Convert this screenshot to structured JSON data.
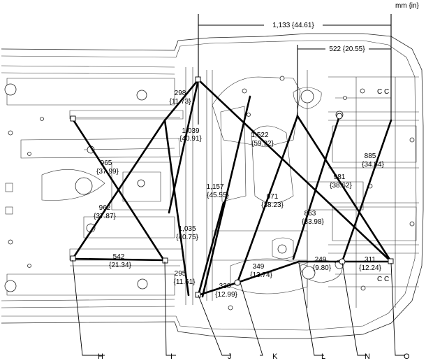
{
  "unit_label": "mm {in}",
  "dimensions": {
    "overall_top": {
      "mm": "1,133",
      "in": "{44.61}"
    },
    "top_right": {
      "mm": "522",
      "in": "{20.55}"
    }
  },
  "measurements": [
    {
      "id": "m298",
      "mm": "298",
      "in": "{11.73}"
    },
    {
      "id": "m1039",
      "mm": "1,039",
      "in": "{40.91}"
    },
    {
      "id": "m1522",
      "mm": "1,522",
      "in": "{59.92}"
    },
    {
      "id": "m965",
      "mm": "965",
      "in": "{37.99}"
    },
    {
      "id": "m1157",
      "mm": "1,157",
      "in": "{45.55}"
    },
    {
      "id": "m885",
      "mm": "885",
      "in": "{34.84}"
    },
    {
      "id": "m981",
      "mm": "981",
      "in": "{38.62}"
    },
    {
      "id": "m971",
      "mm": "971",
      "in": "{38.23}"
    },
    {
      "id": "m962",
      "mm": "962",
      "in": "{37.87}"
    },
    {
      "id": "m863",
      "mm": "863",
      "in": "{33.98}"
    },
    {
      "id": "m1035",
      "mm": "1,035",
      "in": "{40.75}"
    },
    {
      "id": "m542",
      "mm": "542",
      "in": "{21.34}"
    },
    {
      "id": "m249",
      "mm": "249",
      "in": "{9.80}"
    },
    {
      "id": "m311",
      "mm": "311",
      "in": "{12.24}"
    },
    {
      "id": "m349",
      "mm": "349",
      "in": "{13.74}"
    },
    {
      "id": "m295",
      "mm": "295",
      "in": "{11.61}"
    },
    {
      "id": "m330",
      "mm": "330",
      "in": "{12.99}"
    }
  ],
  "points": [
    "H",
    "I",
    "J",
    "K",
    "L",
    "N",
    "O"
  ]
}
